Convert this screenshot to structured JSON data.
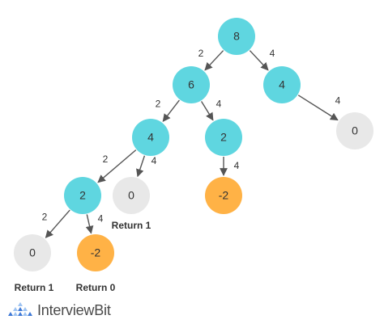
{
  "colors": {
    "teal": "#5fd6e0",
    "orange": "#ffb246",
    "gray": "#e8e8e8",
    "edge": "#555555",
    "text": "#333333",
    "logo_blue": "#3f79d6",
    "logo_light": "#9dc3f2"
  },
  "nodes": [
    {
      "id": "n8",
      "value": "8",
      "color": "teal"
    },
    {
      "id": "n6",
      "value": "6",
      "color": "teal"
    },
    {
      "id": "n4r",
      "value": "4",
      "color": "teal"
    },
    {
      "id": "n4l",
      "value": "4",
      "color": "teal"
    },
    {
      "id": "n2m",
      "value": "2",
      "color": "teal"
    },
    {
      "id": "n0r",
      "value": "0",
      "color": "gray"
    },
    {
      "id": "n2l",
      "value": "2",
      "color": "teal"
    },
    {
      "id": "n0m",
      "value": "0",
      "color": "gray"
    },
    {
      "id": "nm2m",
      "value": "-2",
      "color": "orange"
    },
    {
      "id": "n0b",
      "value": "0",
      "color": "gray"
    },
    {
      "id": "nm2b",
      "value": "-2",
      "color": "orange"
    }
  ],
  "edges": [
    {
      "from": "n8",
      "to": "n6",
      "label": "2"
    },
    {
      "from": "n8",
      "to": "n4r",
      "label": "4"
    },
    {
      "from": "n6",
      "to": "n4l",
      "label": "2"
    },
    {
      "from": "n6",
      "to": "n2m",
      "label": "4"
    },
    {
      "from": "n4r",
      "to": "n0r",
      "label": "4"
    },
    {
      "from": "n4l",
      "to": "n2l",
      "label": "2"
    },
    {
      "from": "n4l",
      "to": "n0m",
      "label": "4"
    },
    {
      "from": "n2m",
      "to": "nm2m",
      "label": "4"
    },
    {
      "from": "n2l",
      "to": "n0b",
      "label": "2"
    },
    {
      "from": "n2l",
      "to": "nm2b",
      "label": "4"
    }
  ],
  "returns": [
    {
      "id": "ret-n0m",
      "text": "Return 1"
    },
    {
      "id": "ret-n0b",
      "text": "Return 1"
    },
    {
      "id": "ret-nm2b",
      "text": "Return 0"
    }
  ],
  "logo": {
    "text": "InterviewBit"
  }
}
